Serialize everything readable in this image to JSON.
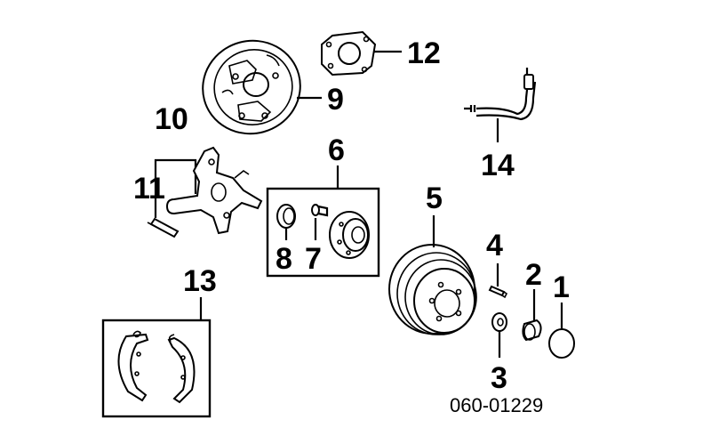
{
  "diagram": {
    "part_number": "060-01229",
    "callouts": {
      "c1": "1",
      "c2": "2",
      "c3": "3",
      "c4": "4",
      "c5": "5",
      "c6": "6",
      "c7": "7",
      "c8": "8",
      "c9": "9",
      "c10": "10",
      "c11": "11",
      "c12": "12",
      "c13": "13",
      "c14": "14"
    },
    "components": [
      "backing-plate",
      "gasket",
      "brake-hose",
      "steering-knuckle",
      "bolt",
      "hub-bearing-kit",
      "brake-drum",
      "screw",
      "washer",
      "nut",
      "cap",
      "brake-shoes"
    ]
  }
}
